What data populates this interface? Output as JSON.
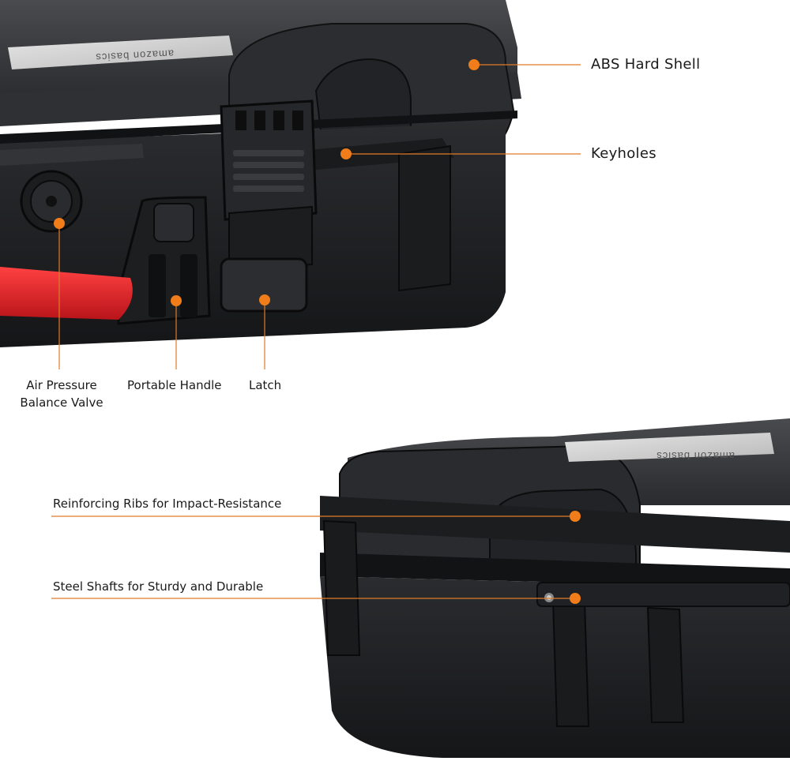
{
  "product": {
    "brand_text_top": "amazon basics",
    "brand_text_bottom": "amazon basics"
  },
  "callouts": {
    "abs_shell": "ABS Hard Shell",
    "keyholes": "Keyholes",
    "valve_line1": "Air Pressure",
    "valve_line2": "Balance Valve",
    "handle": "Portable Handle",
    "latch": "Latch",
    "ribs": "Reinforcing Ribs for Impact-Resistance",
    "shafts": "Steel Shafts for Sturdy and Durable"
  },
  "colors": {
    "accent_dot": "#f07d1a",
    "leader_line": "#e07b2a",
    "case_body": "#1e1f21",
    "handle_red": "#e0262a"
  }
}
